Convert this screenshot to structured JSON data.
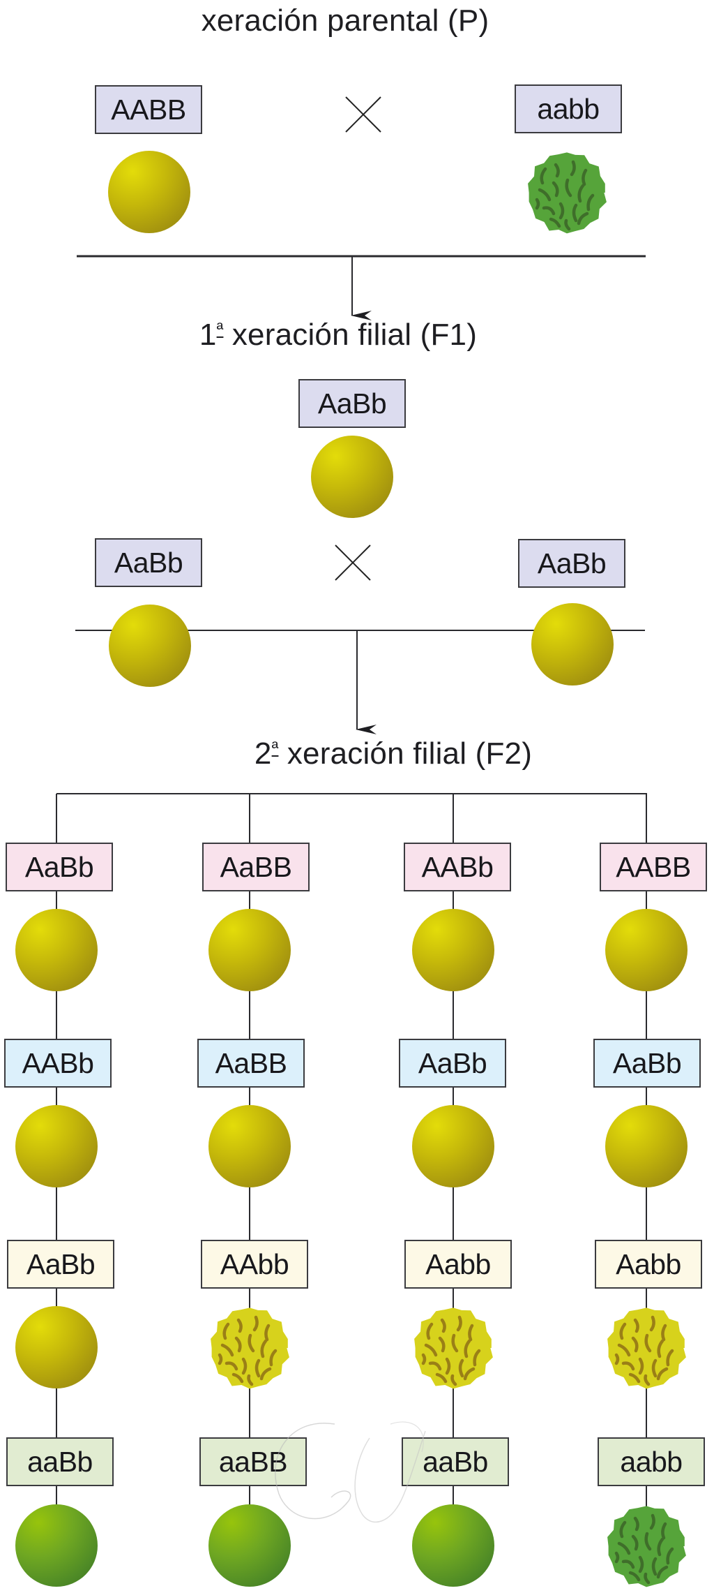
{
  "diagram": {
    "type": "dihybrid-cross",
    "parental": {
      "title": "xeración parental (P)",
      "left": {
        "genotype": "AABB",
        "phenotype": "yellow-smooth",
        "box_color": "#dcdcef"
      },
      "cross_symbol": "×",
      "right": {
        "genotype": "aabb",
        "phenotype": "green-wrinkled",
        "box_color": "#dcdcef"
      }
    },
    "f1": {
      "title_number": "1",
      "title_ordinal": "ª",
      "title_rest": " xeración filial (F1)",
      "offspring": {
        "genotype": "AaBb",
        "phenotype": "yellow-smooth"
      },
      "cross": {
        "left": {
          "genotype": "AaBb",
          "phenotype": "yellow-smooth"
        },
        "cross_symbol": "×",
        "right": {
          "genotype": "AaBb",
          "phenotype": "yellow-smooth"
        }
      }
    },
    "f2": {
      "title_number": "2",
      "title_ordinal": "ª",
      "title_rest": " xeración filial (F2)",
      "row_colors": [
        "#f9e2ec",
        "#dcf0fb",
        "#fdf9e6",
        "#e1ecd1"
      ],
      "columns": [
        [
          {
            "genotype": "AaBb",
            "phenotype": "yellow-smooth"
          },
          {
            "genotype": "AABb",
            "phenotype": "yellow-smooth"
          },
          {
            "genotype": "AaBb",
            "phenotype": "yellow-smooth"
          },
          {
            "genotype": "aaBb",
            "phenotype": "green-smooth"
          }
        ],
        [
          {
            "genotype": "AaBB",
            "phenotype": "yellow-smooth"
          },
          {
            "genotype": "AaBB",
            "phenotype": "yellow-smooth"
          },
          {
            "genotype": "AAbb",
            "phenotype": "yellow-wrinkled"
          },
          {
            "genotype": "aaBB",
            "phenotype": "green-smooth"
          }
        ],
        [
          {
            "genotype": "AABb",
            "phenotype": "yellow-smooth"
          },
          {
            "genotype": "AaBb",
            "phenotype": "yellow-smooth"
          },
          {
            "genotype": "Aabb",
            "phenotype": "yellow-wrinkled"
          },
          {
            "genotype": "aaBb",
            "phenotype": "green-smooth"
          }
        ],
        [
          {
            "genotype": "AABB",
            "phenotype": "yellow-smooth"
          },
          {
            "genotype": "AaBb",
            "phenotype": "yellow-smooth"
          },
          {
            "genotype": "Aabb",
            "phenotype": "yellow-wrinkled"
          },
          {
            "genotype": "aabb",
            "phenotype": "green-wrinkled"
          }
        ]
      ]
    },
    "colors": {
      "yellow_seed": "#c6b90a",
      "green_seed": "#6fa722",
      "wrinkled_yellow": "#d7d21c",
      "wrinkled_green": "#56a43a",
      "line": "#2a2a2e"
    }
  }
}
